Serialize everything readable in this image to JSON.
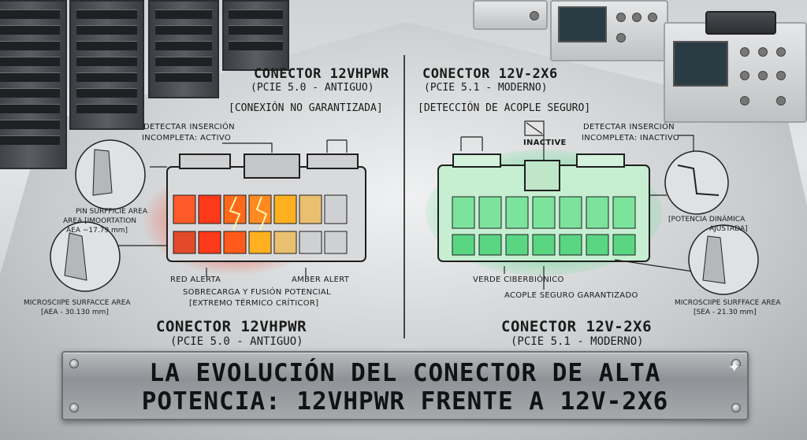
{
  "left": {
    "heading": "CONECTOR 12VHPWR",
    "subheading": "(PCIE 5.0 - ANTIGUO)",
    "status": "[CONEXIÓN NO GARANTIZADA]",
    "sense_label_1": "DETECTAR INSERCIÓN",
    "sense_label_2": "INCOMPLETA: ACTIVO",
    "pin_label_1": "PIN SURFFICIE AREA",
    "pin_label_2": "AREA [IMOORTATION",
    "pin_label_3": "AEA ~17.79 mm]",
    "micro_label_1": "MICROSCIIPE SURFACCE AREA",
    "micro_label_2": "[AEA - 30.130 mm]",
    "red_label": "RED ALERTA",
    "amber_label": "AMBER ALERT",
    "overload_1": "SOBRECARGA Y FUSIÓN POTENCIAL",
    "overload_2": "[EXTREMO TÉRMICO CRÍTICOR]",
    "footer_title": "CONECTOR 12VHPWR",
    "footer_sub": "(PCIE 5.0 - ANTIGUO)"
  },
  "right": {
    "heading": "CONECTOR 12V-2X6",
    "subheading": "(PCIE 5.1 - MODERNO)",
    "status": "[DETECCIÓN DE ACOPLE SEGURO]",
    "inactive_tag": "INACTIVE",
    "sense_label_1": "DETECTAR INSERCIÓN",
    "sense_label_2": "INCOMPLETA: INACTIVO",
    "power_label_1": "[POTENCIA DINÁMICA",
    "power_label_2": "AJUSTADA]",
    "green_label": "VERDE CIBERBIÓNICO",
    "secure_label": "ACOPLE SEGURO GARANTIZADO",
    "micro_label_1": "MICROSCIIPE SURFFACE AREA",
    "micro_label_2": "[SEA - 21.30 mm]",
    "footer_title": "CONECTOR 12V-2X6",
    "footer_sub": "(PCIE 5.1 - MODERNO)"
  },
  "banner": {
    "line1": "LA EVOLUCIÓN DEL CONECTOR DE ALTA",
    "line2": "POTENCIA: 12VHPWR FRENTE A 12V-2X6"
  },
  "colors": {
    "alert_red": "#ff3a1a",
    "amber": "#ffb020",
    "cyber_green": "#3fe07a"
  }
}
